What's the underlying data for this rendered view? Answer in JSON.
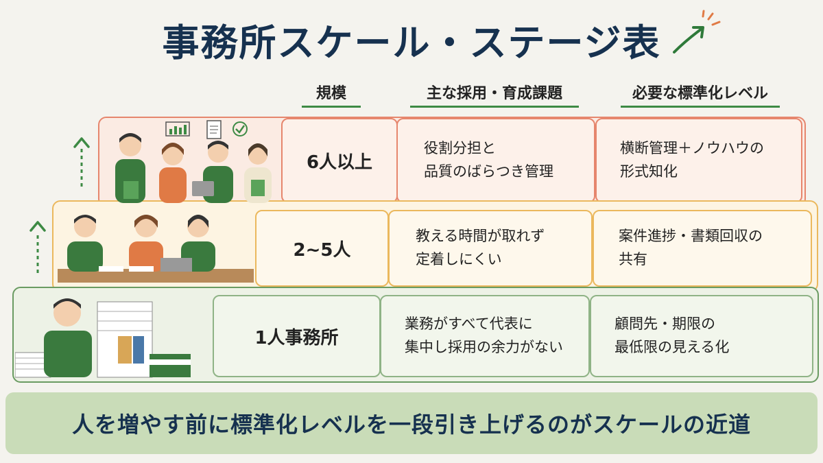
{
  "title": "事務所スケール・ステージ表",
  "columns": {
    "scale": "規模",
    "challenge": "主な採用・育成課題",
    "standardization": "必要な標準化レベル"
  },
  "tiers": [
    {
      "size": "6人以上",
      "challenge": "役割分担と\n品質のばらつき管理",
      "standardization": "横断管理＋ノウハウの\n形式知化",
      "color": "#e6866d"
    },
    {
      "size": "2~5人",
      "challenge": "教える時間が取れず\n定着しにくい",
      "standardization": "案件進捗・書類回収の\n共有",
      "color": "#ebb85d"
    },
    {
      "size": "1人事務所",
      "challenge": "業務がすべて代表に\n集中し採用の余力がない",
      "standardization": "顧問先・期限の\n最低限の見える化",
      "color": "#6a9b62"
    }
  ],
  "footer": "人を増やす前に標準化レベルを一段引き上げるのがスケールの近道",
  "accent_color": "#3d8a44",
  "icons": [
    "up-arrow-icon",
    "chart-icon",
    "document-icon",
    "check-icon",
    "sparkle-arrow-icon"
  ]
}
